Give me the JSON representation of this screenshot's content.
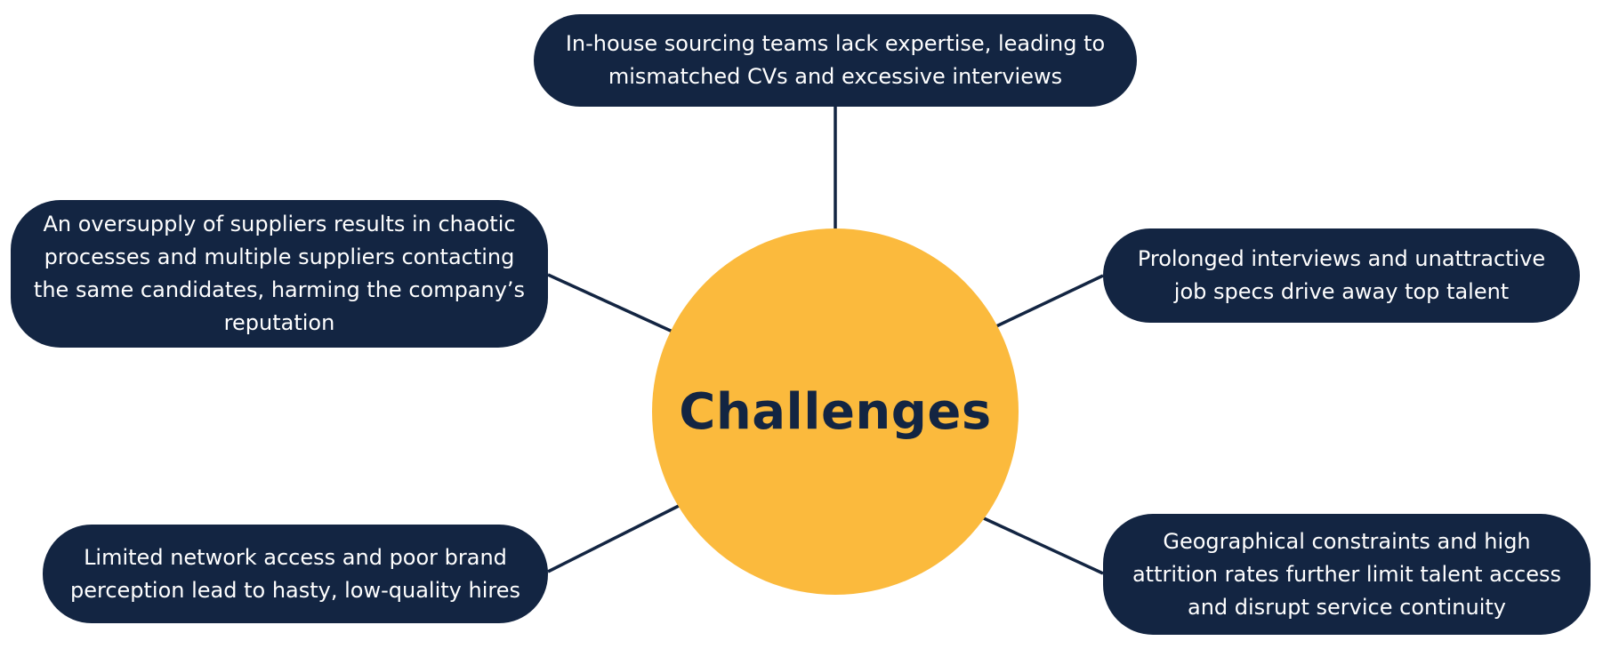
{
  "diagram": {
    "center": {
      "label": "Challenges"
    },
    "nodes": {
      "top": "In-house sourcing teams lack expertise, leading to mismatched CVs and excessive interviews",
      "left_upper": "An oversupply of suppliers results in chaotic processes and multiple suppliers contacting the same candidates, harming the company’s reputation",
      "right_upper": "Prolonged interviews and unattractive job specs drive away top talent",
      "left_lower": "Limited network access and poor brand perception lead to hasty, low-quality hires",
      "right_lower": "Geographical constraints and high attrition rates further limit talent access and disrupt service continuity"
    }
  },
  "colors": {
    "hub": "#fbba3d",
    "node_background": "#132542",
    "node_text": "#ffffff",
    "hub_text": "#132542",
    "connector": "#132542"
  }
}
